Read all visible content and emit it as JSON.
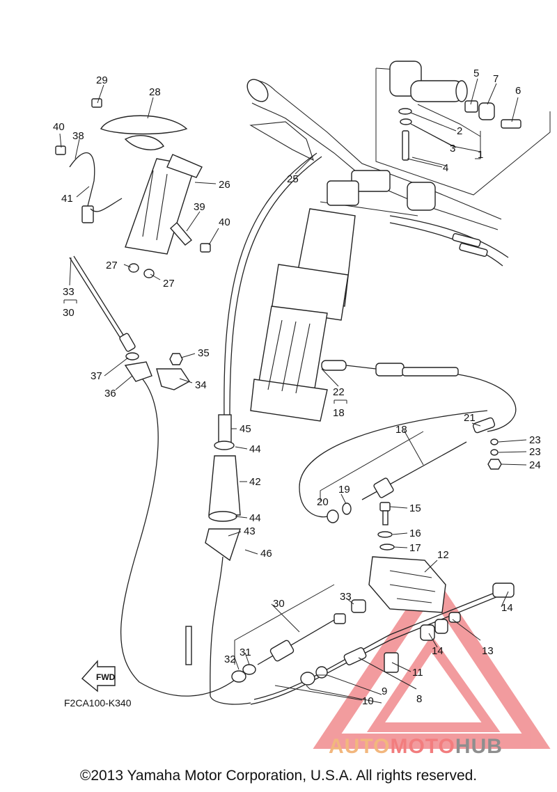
{
  "diagram": {
    "callouts": [
      "1",
      "2",
      "3",
      "4",
      "5",
      "6",
      "7",
      "8",
      "9",
      "10",
      "11",
      "12",
      "13",
      "14",
      "15",
      "16",
      "17",
      "18",
      "19",
      "20",
      "21",
      "22",
      "23",
      "24",
      "25",
      "26",
      "27",
      "28",
      "29",
      "30",
      "31",
      "32",
      "33",
      "34",
      "35",
      "36",
      "37",
      "38",
      "39",
      "40",
      "41",
      "42",
      "43",
      "44",
      "45",
      "46"
    ],
    "figure_code": "F2CA100-K340",
    "fwd_label": "FWD"
  },
  "watermark": {
    "brand_part1": "AUTO",
    "brand_part2": "MOTO",
    "brand_part3": "HUB",
    "colors": {
      "triangle": "#e84b4f",
      "auto": "#f2b77e",
      "moto": "#f27d7e",
      "hub": "#8e8e8e"
    }
  },
  "footer": {
    "copyright": "©2013 Yamaha Motor Corporation, U.S.A. All rights reserved."
  }
}
